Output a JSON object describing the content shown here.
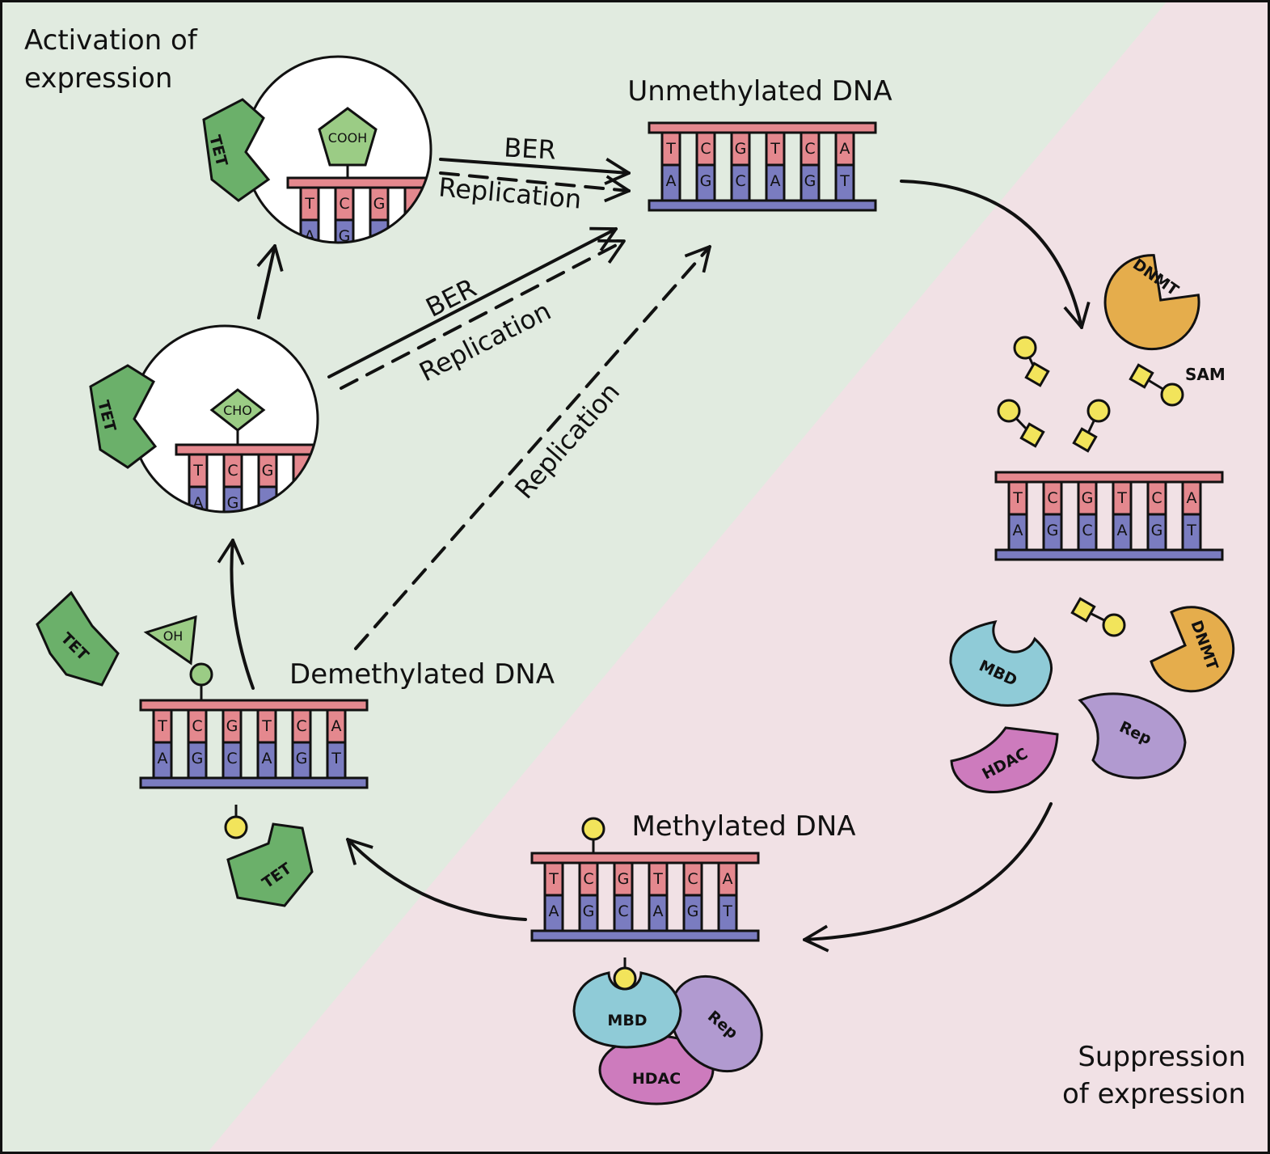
{
  "colors": {
    "activation_bg": "#e1ebe0",
    "suppression_bg": "#f1e1e5",
    "top_strand": "#e4888e",
    "bottom_strand": "#7a7cc0",
    "tet": "#6bb06a",
    "dnmt": "#e5ad4c",
    "mbd": "#8fcbd7",
    "rep": "#b19ad0",
    "hdac": "#cd7bbd",
    "methyl": "#f2e45b",
    "oxidized_group": "#9bcc85"
  },
  "regions": {
    "activation_label": [
      "Activation of",
      "expression"
    ],
    "suppression_label": [
      "Suppression",
      "of expression"
    ]
  },
  "dna": {
    "top_bases": [
      "T",
      "C",
      "G",
      "T",
      "C",
      "A"
    ],
    "bottom_bases": [
      "A",
      "G",
      "C",
      "A",
      "G",
      "T"
    ],
    "partial_top": [
      "T",
      "C",
      "G"
    ],
    "partial_bottom": [
      "A",
      "G"
    ],
    "unmethylated_title": "Unmethylated DNA",
    "demethylated_title": "Demethylated DNA",
    "methylated_title": "Methylated DNA"
  },
  "groups": {
    "cooh": "COOH",
    "cho": "CHO",
    "oh": "OH"
  },
  "proteins": {
    "tet": "TET",
    "dnmt": "DNMT",
    "mbd": "MBD",
    "rep": "Rep",
    "hdac": "HDAC",
    "sam": "SAM"
  },
  "arrows": {
    "ber": "BER",
    "replication": "Replication"
  },
  "icons": [
    "tet-enzyme-icon",
    "dnmt-enzyme-icon",
    "sam-molecule-icon",
    "methyl-group-icon",
    "mbd-protein-icon",
    "rep-protein-icon",
    "hdac-protein-icon"
  ]
}
